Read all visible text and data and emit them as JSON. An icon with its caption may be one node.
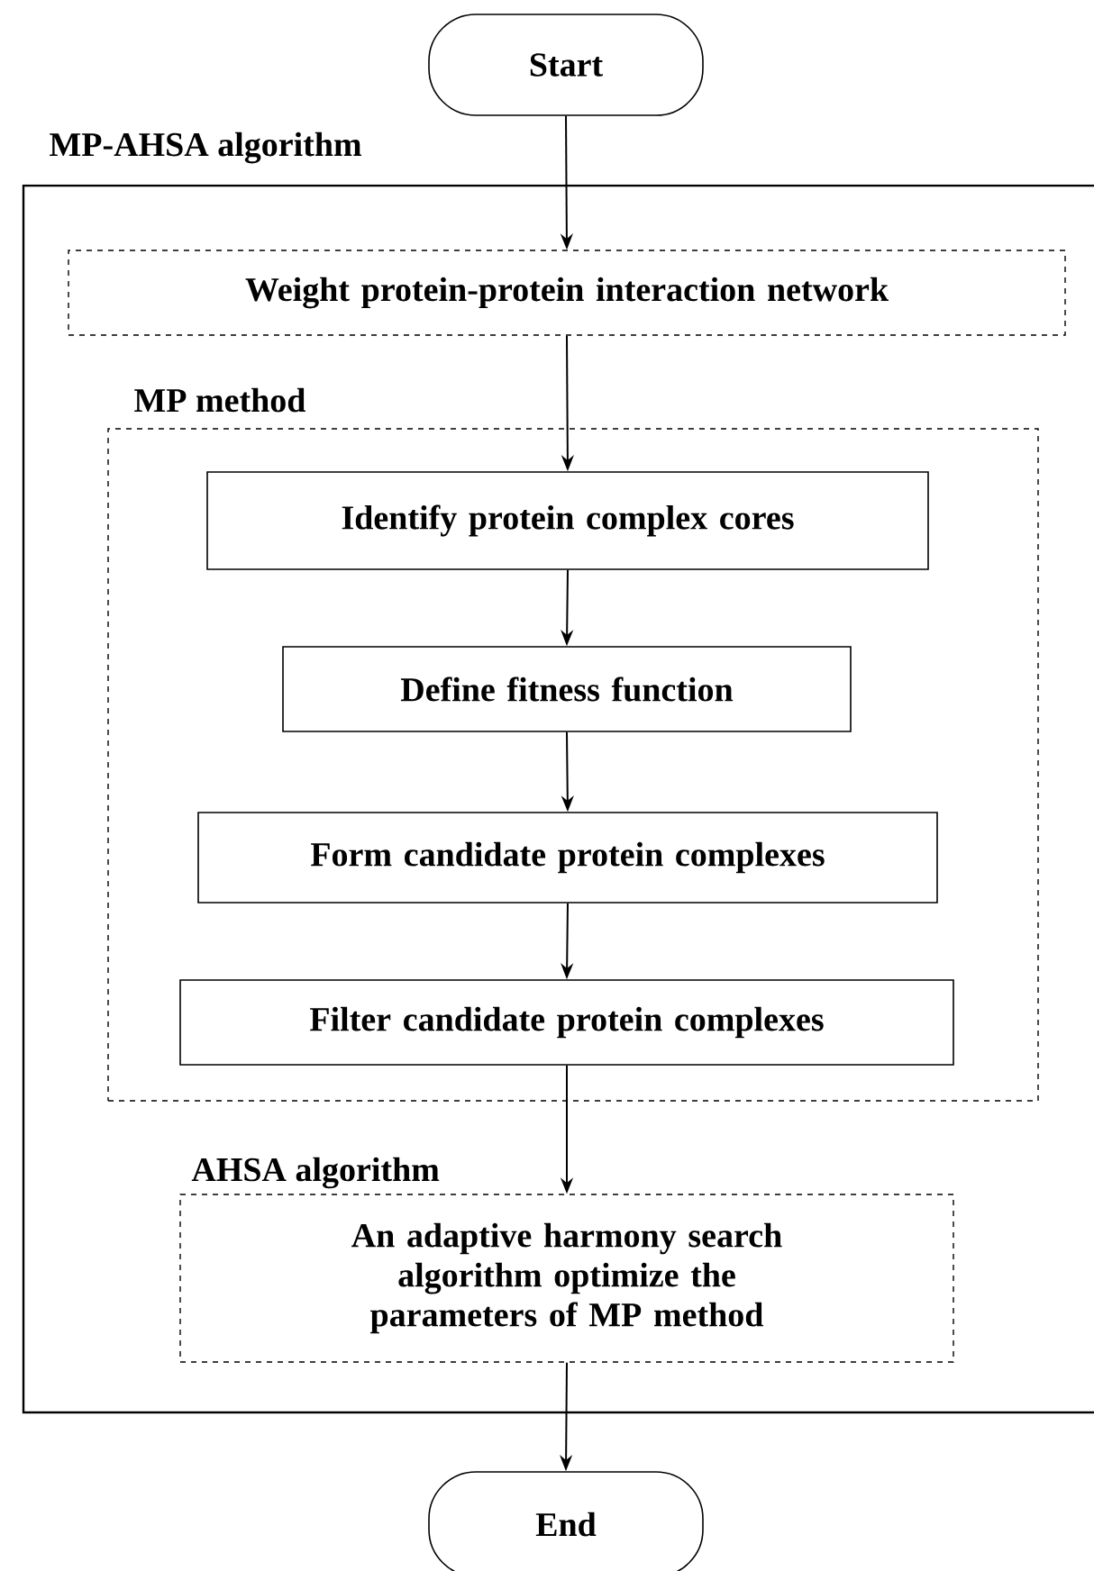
{
  "diagram": {
    "nodes": [
      {
        "text": [
          "Start"
        ]
      },
      {
        "text": [
          "MP-AHSA algorithm"
        ]
      },
      {
        "text": [
          "Weight protein-protein interaction network"
        ],
        "in": 1
      },
      {
        "text": [
          "MP method"
        ],
        "in": 1
      },
      {
        "text": [
          "Identify protein complex cores"
        ],
        "in": 3
      },
      {
        "text": [
          "Define fitness function"
        ],
        "in": 3
      },
      {
        "text": [
          "Form candidate protein complexes"
        ],
        "in": 3
      },
      {
        "text": [
          "Filter candidate protein complexes"
        ],
        "in": 3
      },
      {
        "text": [
          "AHSA algorithm",
          "An adaptive harmony search algorithm optimize the parameters of MP method"
        ],
        "in": 1
      },
      {
        "text": [
          "End"
        ]
      }
    ],
    "edges": [
      {
        "from": 0,
        "to": 2,
        "arrow": "to"
      },
      {
        "from": 2,
        "to": 4,
        "arrow": "to"
      },
      {
        "from": 4,
        "to": 5,
        "arrow": "to"
      },
      {
        "from": 5,
        "to": 6,
        "arrow": "to"
      },
      {
        "from": 6,
        "to": 7,
        "arrow": "to"
      },
      {
        "from": 7,
        "to": 8,
        "arrow": "to"
      },
      {
        "from": 8,
        "to": 9,
        "arrow": "to"
      }
    ]
  }
}
